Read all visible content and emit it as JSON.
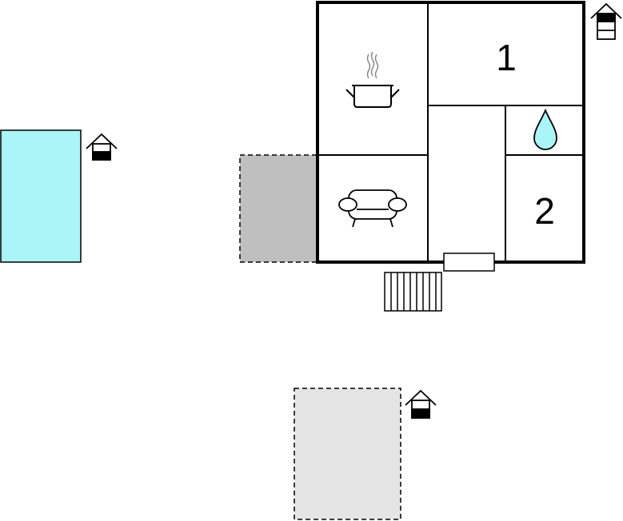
{
  "rooms": [
    {
      "id": "bedroom-1",
      "label": "1"
    },
    {
      "id": "bedroom-2",
      "label": "2"
    }
  ],
  "icons": {
    "kitchen": "cooking-pot-icon",
    "living_room": "sofa-icon",
    "bathroom": "water-drop-icon",
    "floor_marker": "house-floor-level-icon"
  },
  "colors": {
    "wall": "#000000",
    "pool": "#aaf5f8",
    "covered_terrace": "#bfbfbf",
    "open_terrace": "#e5e5e5",
    "water_drop": "#aaf5f8"
  }
}
